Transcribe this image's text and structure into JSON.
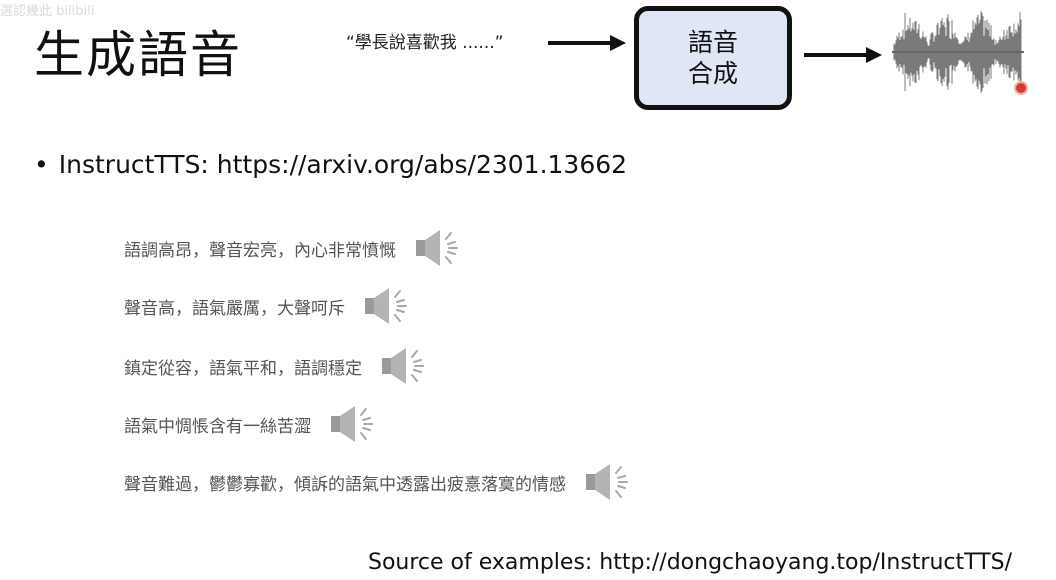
{
  "watermark": "選認幾此 bilibili",
  "slide": {
    "title": "生成語音",
    "quote": "“學長說喜歡我 ......”",
    "box_line1": "語音",
    "box_line2": "合成",
    "bullet": "InstructTTS: https://arxiv.org/abs/2301.13662",
    "examples": [
      "語調高昂，聲音宏亮，內心非常憤慨",
      "聲音高，語氣嚴厲，大聲呵斥",
      "鎮定從容，語氣平和，語調穩定",
      "語氣中惆悵含有一絲苦澀",
      "聲音難過，鬱鬱寡歡，傾訴的語氣中透露出疲憙落寞的情感"
    ],
    "source": "Source of examples: http://dongchaoyang.top/InstructTTS/"
  },
  "icons": {
    "speaker": "speaker-icon",
    "waveform": "waveform-icon",
    "arrow": "arrow-right-icon",
    "record": "record-dot-icon"
  },
  "colors": {
    "box_fill": "#dfe7f6",
    "box_border": "#111111",
    "example_text": "#555555",
    "record_dot": "#d43a2f"
  }
}
